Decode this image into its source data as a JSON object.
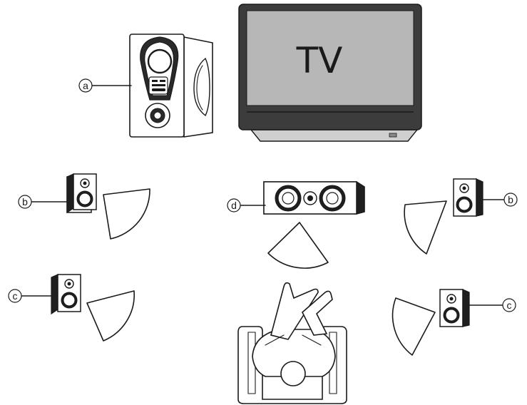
{
  "tv": {
    "label": "TV"
  },
  "labels": {
    "a": "a",
    "b": "b",
    "c": "c",
    "d": "d"
  }
}
